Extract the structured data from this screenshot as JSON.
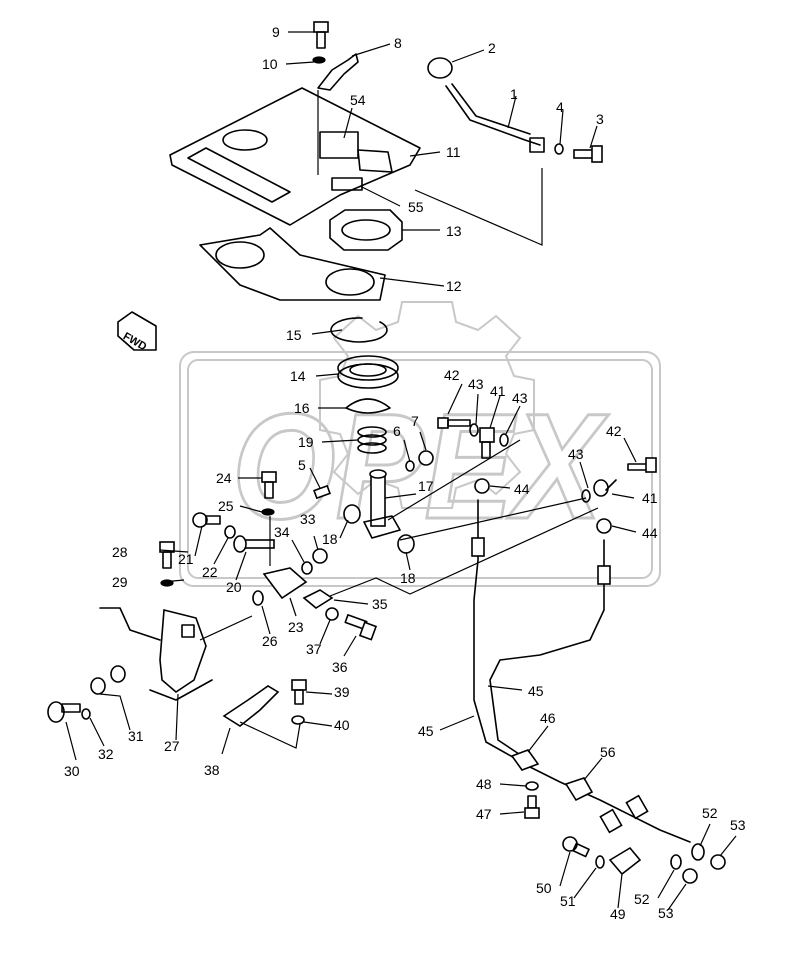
{
  "watermark": "OPEX",
  "fwd_label": "FWD",
  "callouts": {
    "c1": "1",
    "c2": "2",
    "c3": "3",
    "c4": "4",
    "c5": "5",
    "c6": "6",
    "c7": "7",
    "c8": "8",
    "c9": "9",
    "c10": "10",
    "c11": "11",
    "c12": "12",
    "c13": "13",
    "c14": "14",
    "c15": "15",
    "c16": "16",
    "c17": "17",
    "c18a": "18",
    "c18b": "18",
    "c19": "19",
    "c20": "20",
    "c21": "21",
    "c22": "22",
    "c23": "23",
    "c24": "24",
    "c25": "25",
    "c26": "26",
    "c27": "27",
    "c28": "28",
    "c29": "29",
    "c30": "30",
    "c31": "31",
    "c32": "32",
    "c33": "33",
    "c34": "34",
    "c35": "35",
    "c36": "36",
    "c37": "37",
    "c38": "38",
    "c39": "39",
    "c40": "40",
    "c41a": "41",
    "c41b": "41",
    "c42a": "42",
    "c42b": "42",
    "c43a": "43",
    "c43b": "43",
    "c43c": "43",
    "c44a": "44",
    "c44b": "44",
    "c45a": "45",
    "c45b": "45",
    "c46": "46",
    "c47": "47",
    "c48": "48",
    "c49": "49",
    "c50": "50",
    "c51": "51",
    "c52a": "52",
    "c52b": "52",
    "c53a": "53",
    "c53b": "53",
    "c54": "54",
    "c55": "55",
    "c56": "56"
  }
}
